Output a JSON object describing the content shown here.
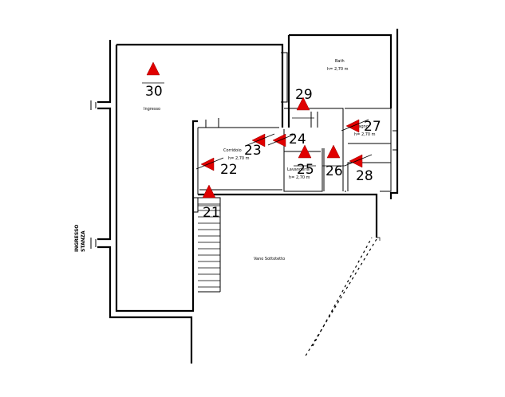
{
  "rooms": {
    "bath_label": "Bath",
    "bath_height": "h= 2,70 m",
    "big_room_label": "Ingresso",
    "corridor_label": "Corridoio",
    "corridor_height": "h= 2,70 m",
    "wc_label": "Lavanderia",
    "wc_height": "h= 2,70 m",
    "small_room_label": "Bagno",
    "small_room_height": "h= 2,70 m",
    "terrace_label": "Vano Sottotetto",
    "vertical_label": "INGRESSO",
    "vertical_label2": "STANZA"
  },
  "markers": [
    {
      "id": "30",
      "label": "30",
      "icon": "red-triangle-marker"
    },
    {
      "id": "29",
      "label": "29",
      "icon": "red-triangle-marker"
    },
    {
      "id": "27",
      "label": "27",
      "icon": "red-triangle-marker"
    },
    {
      "id": "24",
      "label": "24",
      "icon": "red-triangle-marker"
    },
    {
      "id": "23",
      "label": "23",
      "icon": "red-triangle-marker"
    },
    {
      "id": "22",
      "label": "22",
      "icon": "red-triangle-marker"
    },
    {
      "id": "25",
      "label": "25",
      "icon": "red-triangle-marker"
    },
    {
      "id": "26",
      "label": "26",
      "icon": "red-triangle-marker"
    },
    {
      "id": "28",
      "label": "28",
      "icon": "red-triangle-marker"
    },
    {
      "id": "21",
      "label": "21",
      "icon": "red-triangle-marker"
    }
  ],
  "colors": {
    "marker": "#e00000",
    "walls": "#000000",
    "background": "#ffffff"
  }
}
